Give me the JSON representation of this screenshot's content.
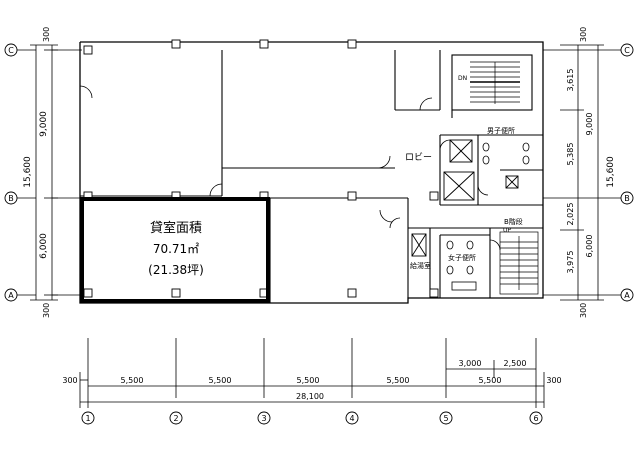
{
  "highlight": {
    "title": "貸室面積",
    "area_m2": "70.71㎡",
    "area_tsubo": "(21.38坪)"
  },
  "rooms": {
    "lobby": "ロビー",
    "mens_toilet": "男子便所",
    "womens_toilet": "女子便所",
    "kitchen": "給湯室",
    "stair": "B階段",
    "up": "UP",
    "dn": "DN"
  },
  "grid": {
    "rows": [
      "C",
      "B",
      "A"
    ],
    "cols": [
      "1",
      "2",
      "3",
      "4",
      "5",
      "6"
    ]
  },
  "dims": {
    "left": {
      "top": "300",
      "upper": "9,000",
      "lower": "6,000",
      "bottom": "300",
      "total": "15,600"
    },
    "right": {
      "top": "300",
      "r1": "3,615",
      "r2": "9,000",
      "r3": "5,385",
      "r4": "2,025",
      "r5": "3,975",
      "r6": "6,000",
      "total": "15,600",
      "bottom": "300"
    },
    "bottom": {
      "end_left": "300",
      "spans": [
        "5,500",
        "5,500",
        "5,500",
        "5,500",
        "5,500"
      ],
      "end_right": "300",
      "sub": [
        "3,000",
        "2,500"
      ],
      "total": "28,100"
    }
  }
}
